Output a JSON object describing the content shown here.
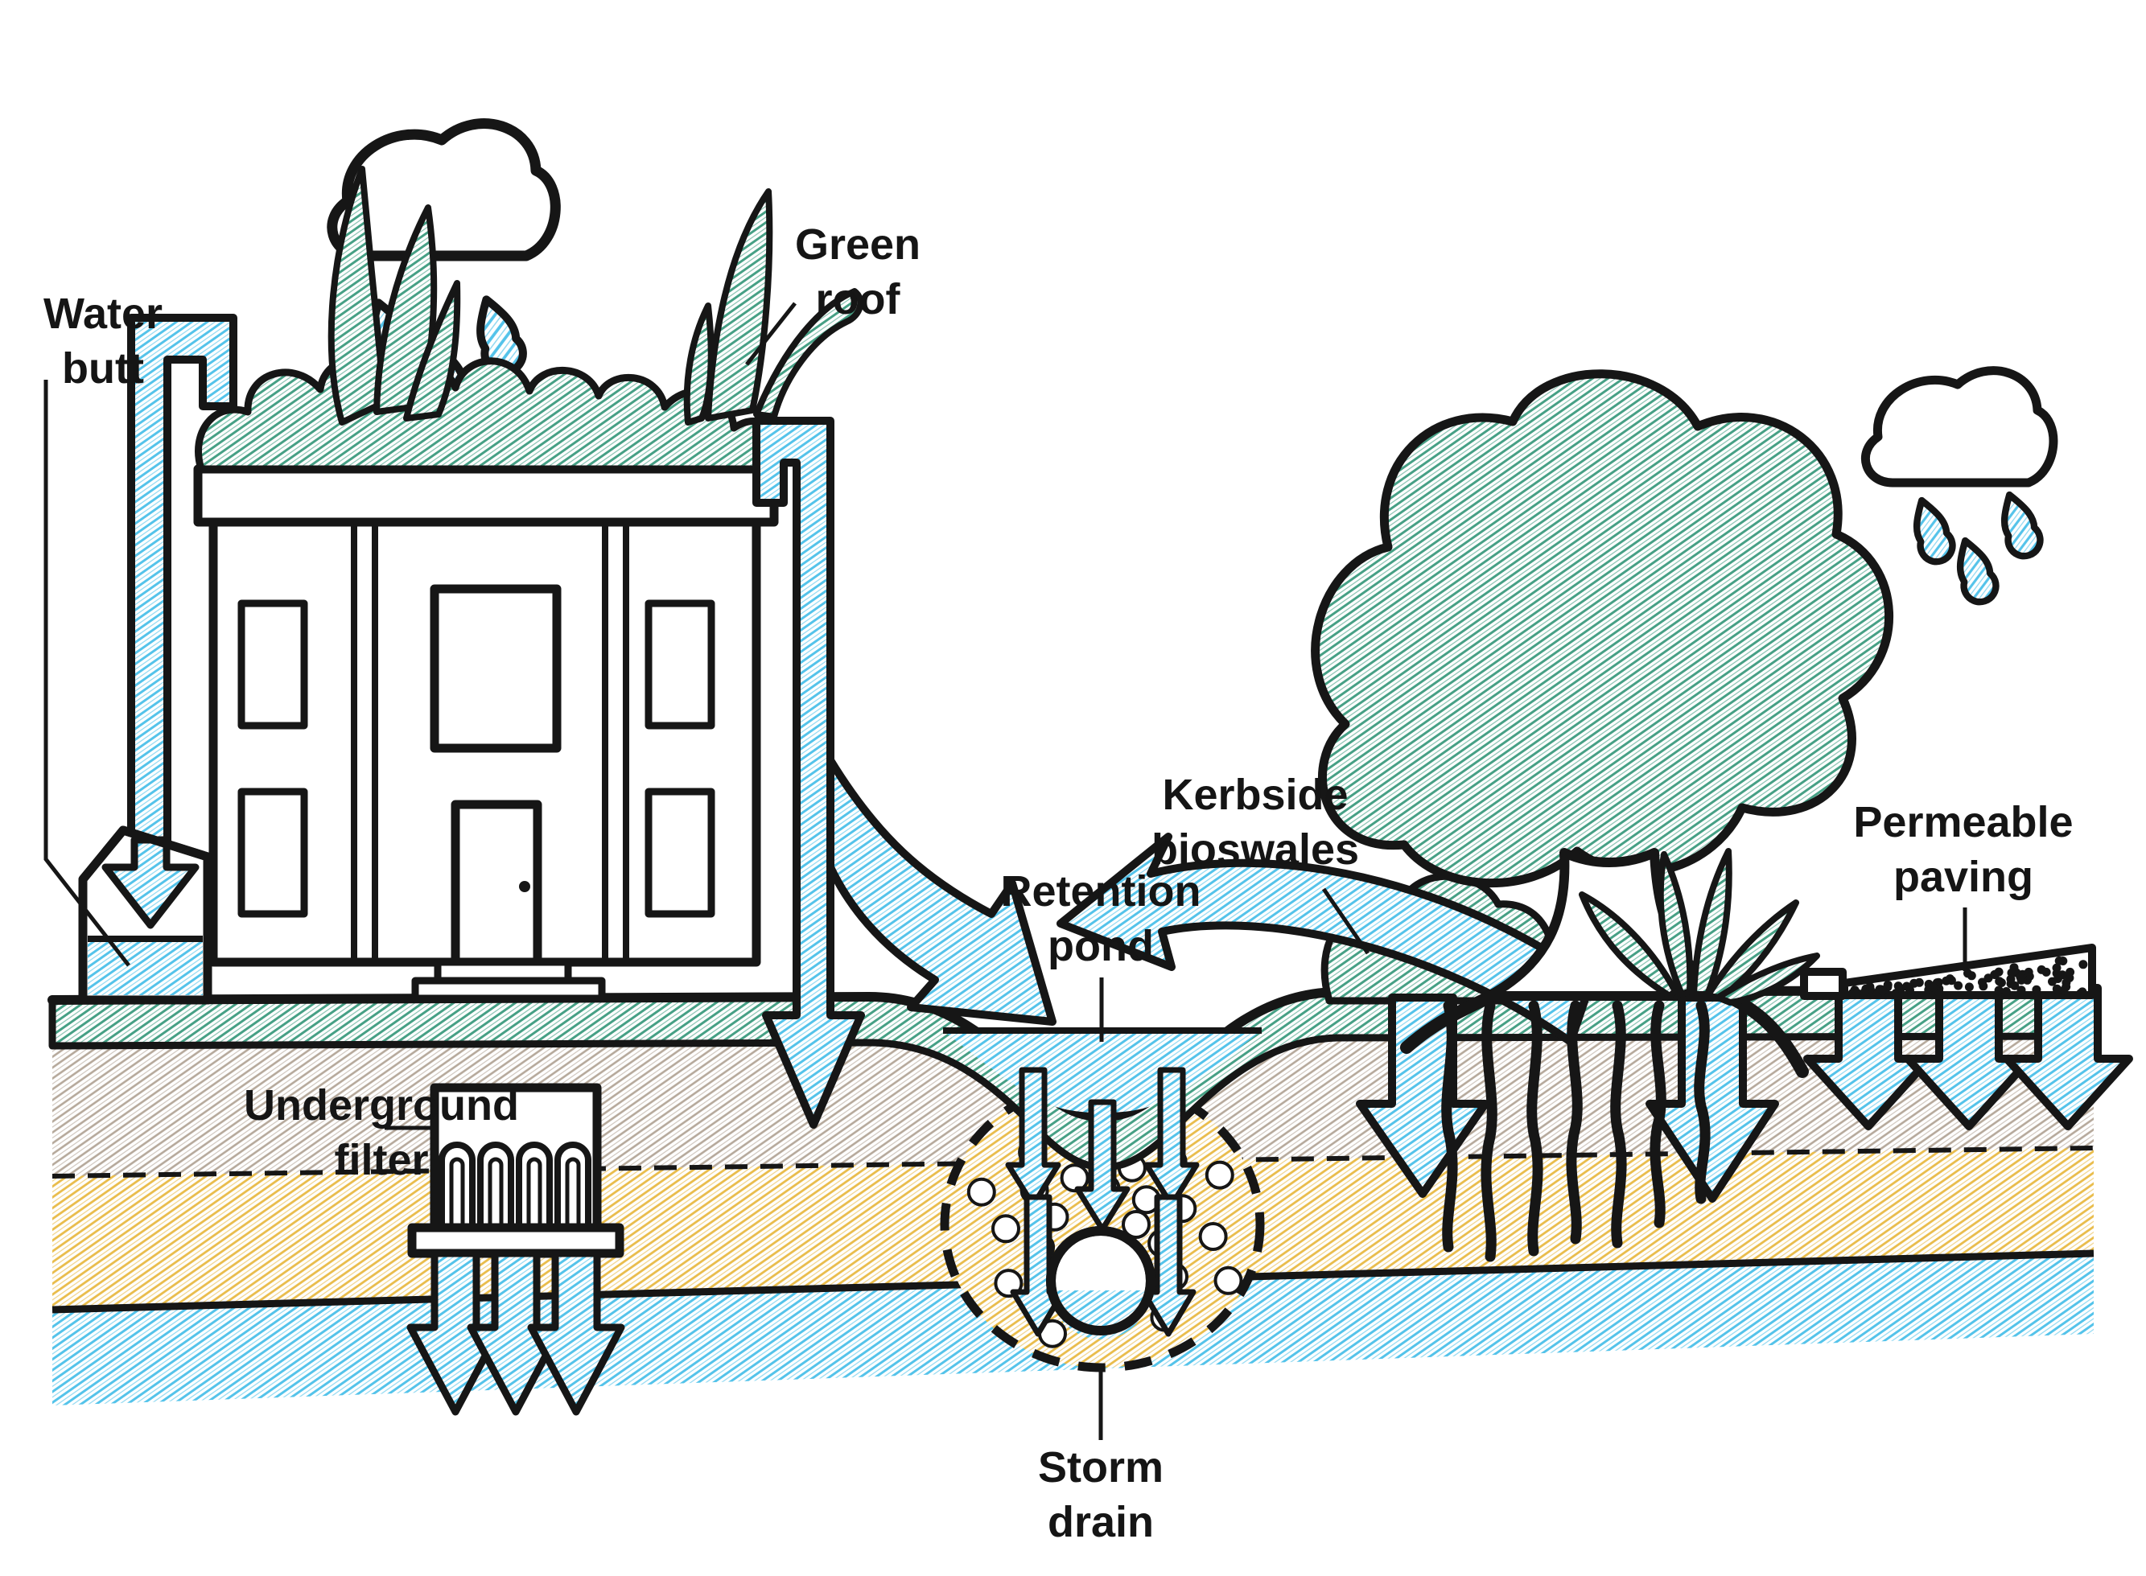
{
  "diagram": {
    "subject": "sustainable-urban-drainage-cross-section",
    "background": "#ffffff"
  },
  "labels": {
    "water_butt": "Water\nbutt",
    "green_roof": "Green\nroof",
    "kerbside_bioswales": "Kerbside\nbioswales",
    "retention_pond": "Retention\npond",
    "permeable_paving": "Permeable\npaving",
    "underground_filter": "Underground\nfilter",
    "storm_drain": "Storm\ndrain"
  },
  "colors": {
    "ink": "#161616",
    "green": "#46a085",
    "blue": "#54c3ea",
    "gray": "#b5a89a",
    "yellow": "#e9bc4a"
  },
  "icons": [
    "rain-cloud-icon",
    "rain-drop-icon",
    "house-icon",
    "down-arrow-icon",
    "curved-arrow-icon",
    "tree-icon",
    "shrub-icon",
    "agave-plant-icon",
    "storm-drain-pipe-icon",
    "underground-filter-icon"
  ]
}
